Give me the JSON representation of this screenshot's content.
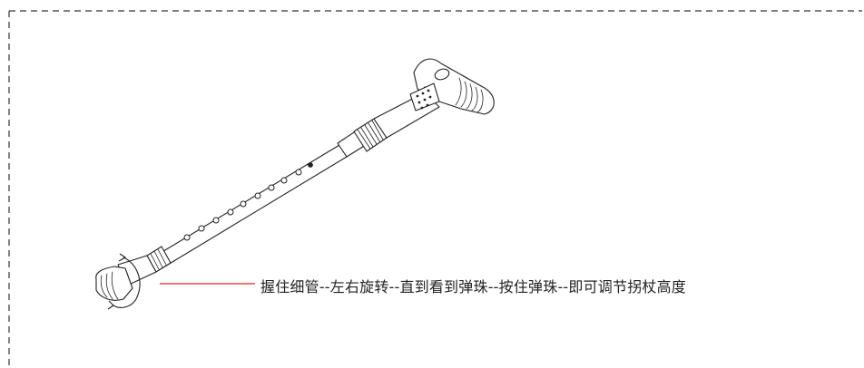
{
  "instruction": {
    "text": "握住细管--左右旋转--直到看到弹珠--按住弹珠--即可调节拐杖高度",
    "leader_color": "#e0262b"
  },
  "illustration": {
    "subject": "adjustable walking cane (line drawing)",
    "border_style": "dashed"
  }
}
